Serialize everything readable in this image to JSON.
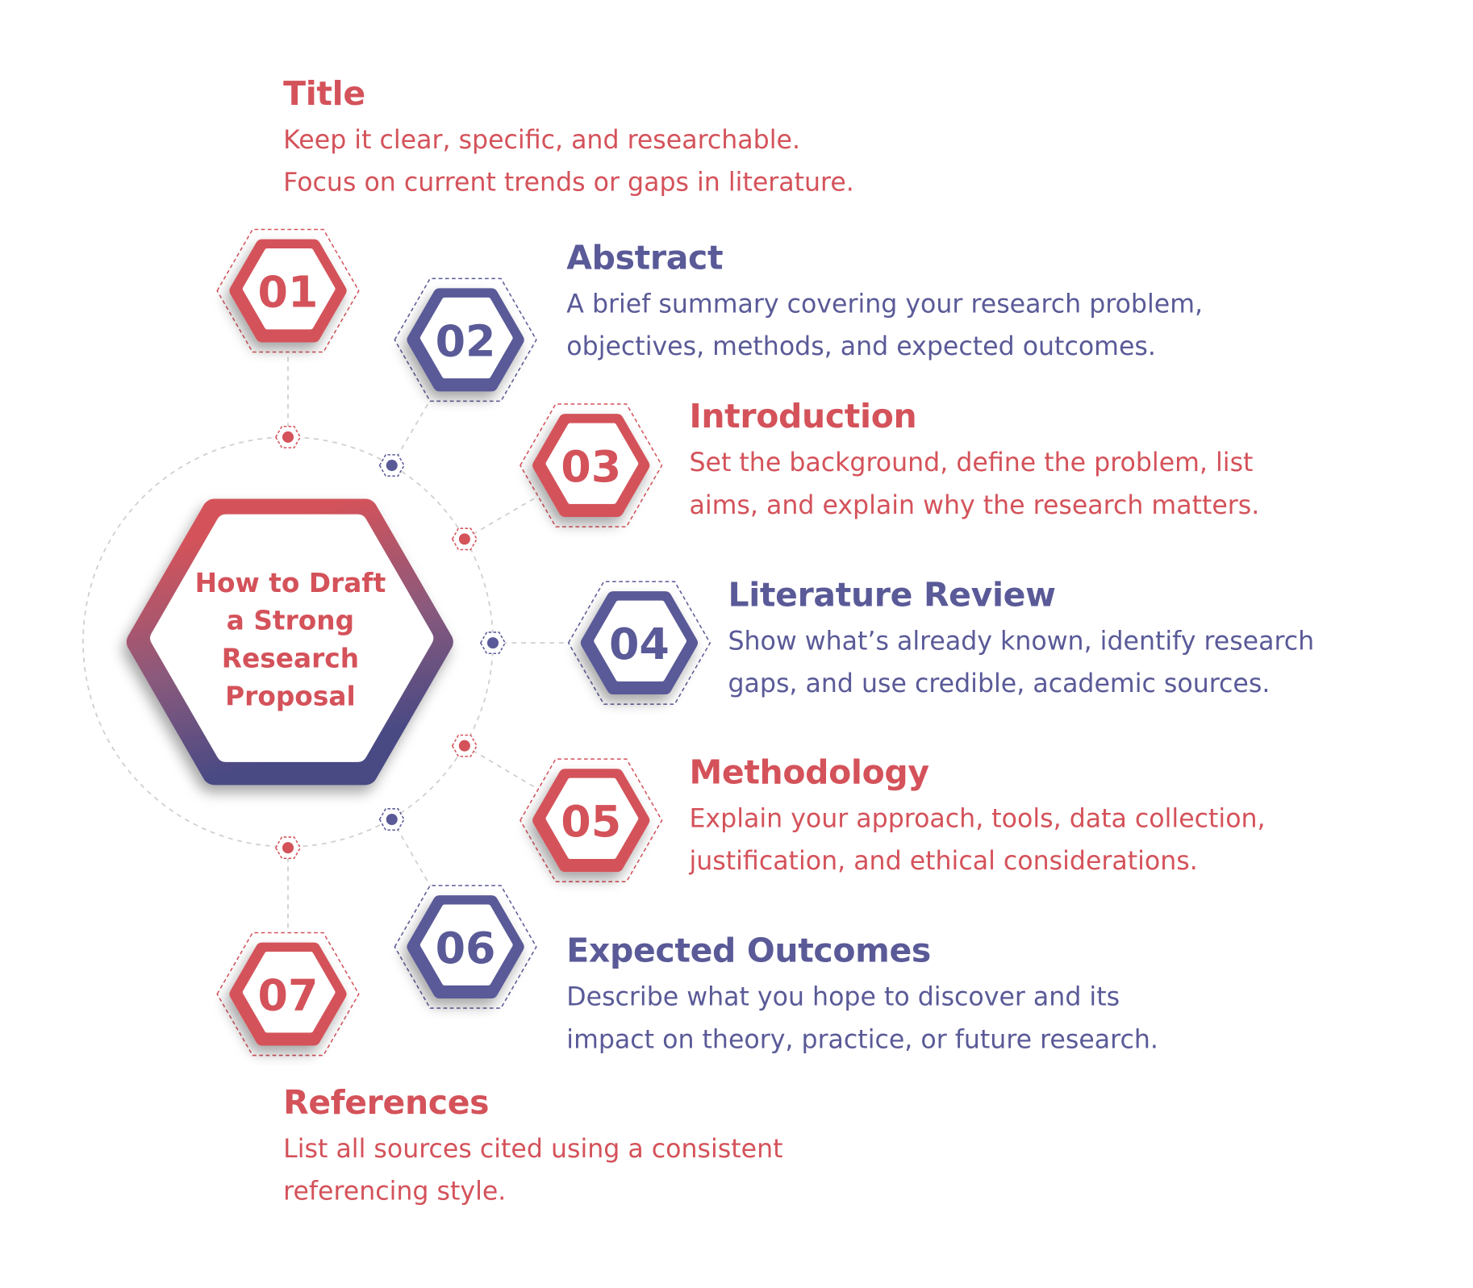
{
  "center_title": [
    "How to Draft",
    "a Strong",
    "Research",
    "Proposal"
  ],
  "colors": {
    "red": "#d4525a",
    "purple": "#5a5a98",
    "dashed": "#cccccc"
  },
  "steps": [
    {
      "number": "01",
      "heading": "Title",
      "lines": [
        "Keep it clear, specific, and researchable.",
        "Focus on current trends or gaps in literature."
      ],
      "color": "red"
    },
    {
      "number": "02",
      "heading": "Abstract",
      "lines": [
        "A brief summary covering your research problem,",
        "objectives, methods, and expected outcomes."
      ],
      "color": "purple"
    },
    {
      "number": "03",
      "heading": "Introduction",
      "lines": [
        "Set the background, define the problem, list",
        "aims, and explain why the research matters."
      ],
      "color": "red"
    },
    {
      "number": "04",
      "heading": "Literature Review",
      "lines": [
        "Show what’s already known, identify research",
        "gaps, and use credible, academic sources."
      ],
      "color": "purple"
    },
    {
      "number": "05",
      "heading": "Methodology",
      "lines": [
        "Explain your approach, tools, data collection,",
        "justification, and ethical considerations."
      ],
      "color": "red"
    },
    {
      "number": "06",
      "heading": "Expected Outcomes",
      "lines": [
        "Describe what you hope to discover and its",
        "impact on theory, practice, or future research."
      ],
      "color": "purple"
    },
    {
      "number": "07",
      "heading": "References",
      "lines": [
        "List all sources cited using a consistent",
        "referencing style."
      ],
      "color": "red"
    }
  ]
}
